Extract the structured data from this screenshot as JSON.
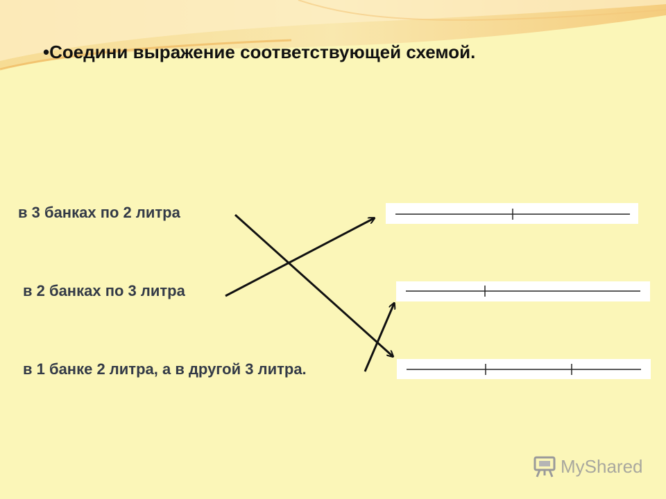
{
  "title": "•Соедини выражение соответствующей схемой.",
  "expressions": [
    {
      "text": "в 3 банках по 2 литра"
    },
    {
      "text": "в 2 банках по 3 литра"
    },
    {
      "text": "в 1 банке 2 литра, а в другой 3 литра."
    }
  ],
  "schemes": [
    {
      "segments_marked_at": [
        0.5
      ]
    },
    {
      "segments_marked_at": [
        0.33
      ]
    },
    {
      "segments_marked_at": [
        0.33,
        0.68
      ]
    }
  ],
  "connections": [
    {
      "from_expression": 1,
      "to_scheme": 3
    },
    {
      "from_expression": 2,
      "to_scheme": 1
    },
    {
      "from_expression": 3,
      "to_scheme": 2
    }
  ],
  "watermark": {
    "text": "MyShared",
    "icon": "presentation-board-icon"
  },
  "colors": {
    "background": "#fbf6b8",
    "accent": "#f2c36b",
    "text": "#333a47"
  }
}
